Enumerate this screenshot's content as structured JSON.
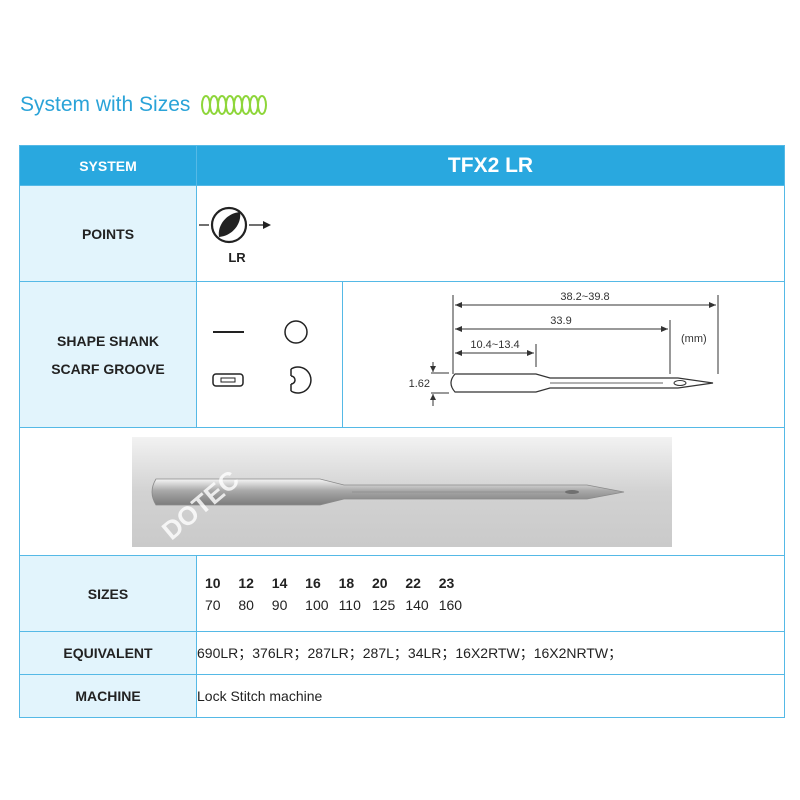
{
  "heading": "System with Sizes",
  "table": {
    "system_label": "SYSTEM",
    "system_value": "TFX2 LR",
    "points_label": "POINTS",
    "point_name": "LR",
    "shape_label_line1": "SHAPE SHANK",
    "shape_label_line2": "SCARF GROOVE",
    "diagram": {
      "dim_overall": "38.2~39.8",
      "dim_eye": "33.9",
      "dim_shank": "10.4~13.4",
      "dim_dia": "1.62",
      "unit": "(mm)"
    },
    "photo_watermark": "DOTEC",
    "sizes_label": "SIZES",
    "sizes_top": [
      "10",
      "12",
      "14",
      "16",
      "18",
      "20",
      "22",
      "23"
    ],
    "sizes_bottom": [
      "70",
      "80",
      "90",
      "100",
      "110",
      "125",
      "140",
      "160"
    ],
    "equivalent_label": "EQUIVALENT",
    "equivalent_value": "690LR；376LR；287LR；287L；34LR；16X2RTW；16X2NRTW；",
    "machine_label": "MACHINE",
    "machine_value": "Lock Stitch machine"
  },
  "colors": {
    "accent": "#29a8df",
    "label_bg": "#e2f4fc",
    "border": "#55b9e6",
    "spring": "#8ed63a"
  }
}
